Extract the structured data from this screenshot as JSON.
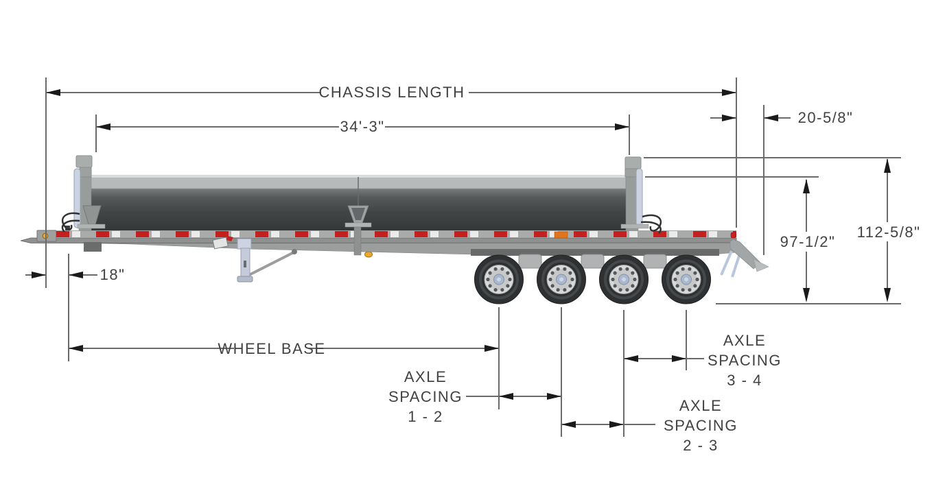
{
  "diagram": {
    "type": "trailer-side-view-dimension-drawing",
    "labels": {
      "chassis_length": "CHASSIS LENGTH",
      "body_length": "34'-3\"",
      "rear_overhang": "20-5/8\"",
      "overall_height": "112-5/8\"",
      "rail_height": "97-1/2\"",
      "front_offset": "18\"",
      "wheel_base": "WHEEL BASE",
      "axle_spacing_1_2": {
        "lines": [
          "AXLE",
          "SPACING",
          "1 - 2"
        ]
      },
      "axle_spacing_2_3": {
        "lines": [
          "AXLE",
          "SPACING",
          "2 - 3"
        ]
      },
      "axle_spacing_3_4": {
        "lines": [
          "AXLE",
          "SPACING",
          "3 - 4"
        ]
      }
    },
    "colors": {
      "dimension_line": "#6a6a6a",
      "dimension_text": "#424242",
      "arrow": "#1a1a1a",
      "tarp_dark": "#434647",
      "rail_gray": "#b6babb",
      "deck_gray": "#a5a7a6",
      "frame_gray": "#9c9e9d",
      "tape_red": "#c3201f",
      "tape_white": "#ebebea",
      "marker_amber": "#eda833",
      "tail_light_red": "#cf2020",
      "hydraulic_blue_gray": "#c9d1e0",
      "tire_dark": "#2e3031",
      "rim_silver": "#d7d9da"
    }
  }
}
